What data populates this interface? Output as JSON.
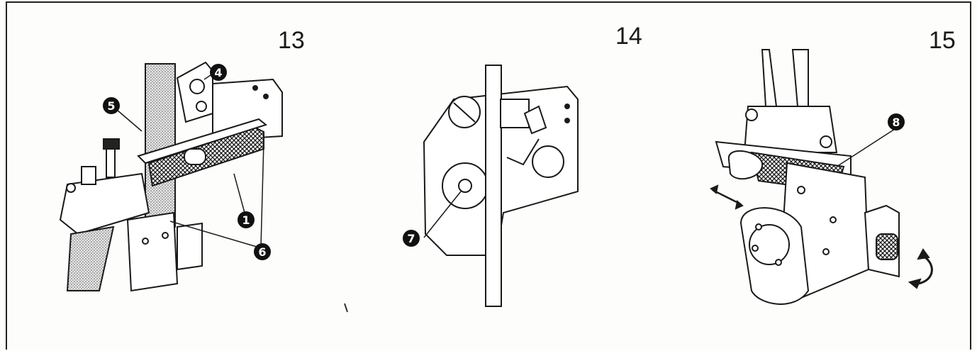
{
  "figures": [
    {
      "number": "13",
      "callouts": [
        "4",
        "5",
        "1",
        "6"
      ]
    },
    {
      "number": "14",
      "callouts": [
        "7"
      ]
    },
    {
      "number": "15",
      "callouts": [
        "8"
      ]
    }
  ],
  "colors": {
    "ink": "#1a1a1a",
    "paper": "#fdfdfb",
    "shade": "#9a9a9a"
  }
}
